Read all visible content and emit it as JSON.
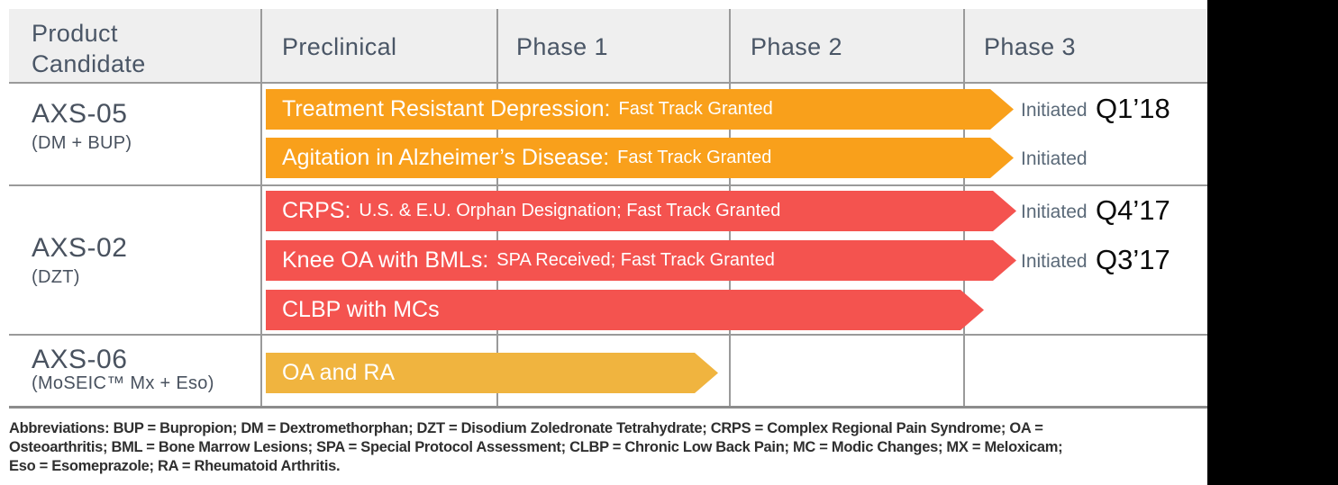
{
  "header": {
    "col_product": "Product\nCandidate",
    "col_preclinical": "Preclinical",
    "col_phase1": "Phase 1",
    "col_phase2": "Phase 2",
    "col_phase3": "Phase 3"
  },
  "rows": [
    {
      "product": "AXS-05",
      "sub": "(DM + BUP)",
      "bars": [
        {
          "title": "Treatment Resistant Depression:",
          "detail": "Fast Track Granted"
        },
        {
          "title": "Agitation in Alzheimer’s Disease:",
          "detail": "Fast Track Granted"
        }
      ]
    },
    {
      "product": "AXS-02",
      "sub": "(DZT)",
      "bars": [
        {
          "title": "CRPS:",
          "detail": "U.S. & E.U. Orphan Designation; Fast Track Granted"
        },
        {
          "title": "Knee OA with BMLs:",
          "detail": "SPA Received; Fast Track Granted"
        },
        {
          "title": "CLBP with MCs",
          "detail": ""
        }
      ]
    },
    {
      "product": "AXS-06",
      "sub": "(MoSEIC™ Mx + Eso)",
      "bars": [
        {
          "title": "OA and RA",
          "detail": ""
        }
      ]
    }
  ],
  "statuses": [
    {
      "label": "Initiated",
      "quarter": "Q1’18"
    },
    {
      "label": "Initiated",
      "quarter": ""
    },
    {
      "label": "Initiated",
      "quarter": "Q4’17"
    },
    {
      "label": "Initiated",
      "quarter": "Q3’17"
    }
  ],
  "footnote": {
    "line1": "Abbreviations: BUP = Bupropion; DM = Dextromethorphan; DZT = Disodium Zoledronate Tetrahydrate; CRPS = Complex Regional Pain Syndrome; OA =",
    "line2": "Osteoarthritis; BML = Bone Marrow Lesions; SPA = Special Protocol Assessment; CLBP = Chronic Low Back Pain; MC = Modic Changes; MX = Meloxicam;",
    "line3": "Eso = Esomeprazole; RA = Rheumatoid Arthritis."
  },
  "colors": {
    "orange": "#F9A01B",
    "red": "#F4534F",
    "yellow": "#F0B43F",
    "header_bg": "#EFEFEF",
    "grid": "#9A9A9A",
    "header_text": "#4A5666",
    "status_text": "#5A6978",
    "strip": "#000000"
  },
  "chart_data": {
    "type": "table",
    "title": "Product candidate pipeline by development phase",
    "phase_scale": [
      "Preclinical",
      "Phase 1",
      "Phase 2",
      "Phase 3"
    ],
    "legend_position": "none",
    "programs": [
      {
        "product": "AXS-05 (DM + BUP)",
        "indication": "Treatment Resistant Depression",
        "annotation": "Fast Track Granted",
        "start_phase": 0,
        "end_phase": 3.2,
        "phase_reached": "Phase 3",
        "status": "Initiated",
        "quarter": "Q1’18",
        "color": "#F9A01B"
      },
      {
        "product": "AXS-05 (DM + BUP)",
        "indication": "Agitation in Alzheimer’s Disease",
        "annotation": "Fast Track Granted",
        "start_phase": 0,
        "end_phase": 3.2,
        "phase_reached": "Phase 3",
        "status": "Initiated",
        "quarter": "",
        "color": "#F9A01B"
      },
      {
        "product": "AXS-02 (DZT)",
        "indication": "CRPS",
        "annotation": "U.S. & E.U. Orphan Designation; Fast Track Granted",
        "start_phase": 0,
        "end_phase": 3.22,
        "phase_reached": "Phase 3",
        "status": "Initiated",
        "quarter": "Q4’17",
        "color": "#F4534F"
      },
      {
        "product": "AXS-02 (DZT)",
        "indication": "Knee OA with BMLs",
        "annotation": "SPA Received; Fast Track Granted",
        "start_phase": 0,
        "end_phase": 3.22,
        "phase_reached": "Phase 3",
        "status": "Initiated",
        "quarter": "Q3’17",
        "color": "#F4534F"
      },
      {
        "product": "AXS-02 (DZT)",
        "indication": "CLBP with MCs",
        "annotation": "",
        "start_phase": 0,
        "end_phase": 3.08,
        "phase_reached": "Phase 3 (just initiated column)",
        "status": "",
        "quarter": "",
        "color": "#F4534F"
      },
      {
        "product": "AXS-06 (MoSEIC™ Mx + Eso)",
        "indication": "OA and RA",
        "annotation": "",
        "start_phase": 0,
        "end_phase": 1.95,
        "phase_reached": "end of Phase 1",
        "status": "",
        "quarter": "",
        "color": "#F0B43F"
      }
    ]
  }
}
